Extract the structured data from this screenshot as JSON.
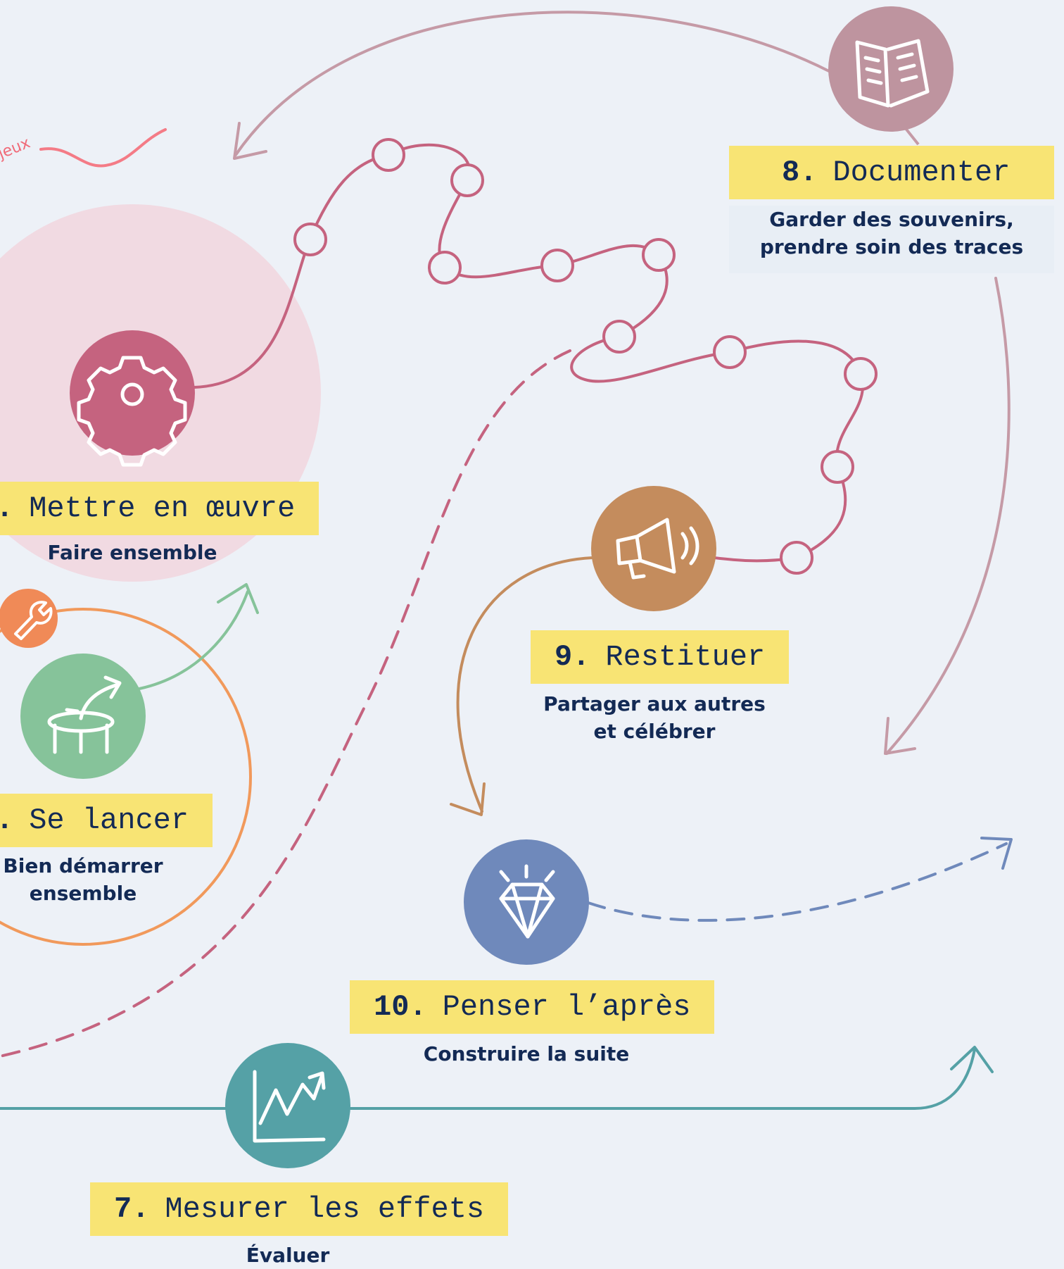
{
  "colors": {
    "background": "#edf1f7",
    "label_bg": "#f8e474",
    "text": "#132a55",
    "gear_node": "#c5637f",
    "path_pink": "#c5637f",
    "halo_pink": "#f1dae2",
    "launch_node": "#86c39a",
    "launch_ring": "#f1995b",
    "tool_badge": "#f08a57",
    "measure_node": "#55a1a6",
    "document_node": "#be949f",
    "restitute_node": "#c48c5d",
    "after_node": "#6f89bb"
  },
  "fragment_text": "jeux",
  "steps": {
    "implement": {
      "number": ".",
      "title": "Mettre en œuvre",
      "subtitle_lines": [
        "Faire ensemble"
      ],
      "icon": "gear-icon"
    },
    "launch": {
      "number": ".",
      "title": "Se lancer",
      "subtitle_lines": [
        "Bien démarrer",
        "ensemble"
      ],
      "icon": "trampoline-icon",
      "badge_icon": "wrench-icon"
    },
    "measure": {
      "number": "7.",
      "title": "Mesurer les effets",
      "subtitle_lines": [
        "Évaluer"
      ],
      "icon": "chart-trend-icon"
    },
    "document": {
      "number": "8.",
      "title": "Documenter",
      "subtitle_lines": [
        "Garder des souvenirs,",
        "prendre soin des traces"
      ],
      "icon": "book-icon"
    },
    "restitute": {
      "number": "9.",
      "title": "Restituer",
      "subtitle_lines": [
        "Partager aux autres",
        "et célébrer"
      ],
      "icon": "megaphone-icon"
    },
    "after": {
      "number": "10.",
      "title": "Penser l’après",
      "subtitle_lines": [
        "Construire la suite"
      ],
      "icon": "diamond-icon"
    }
  }
}
